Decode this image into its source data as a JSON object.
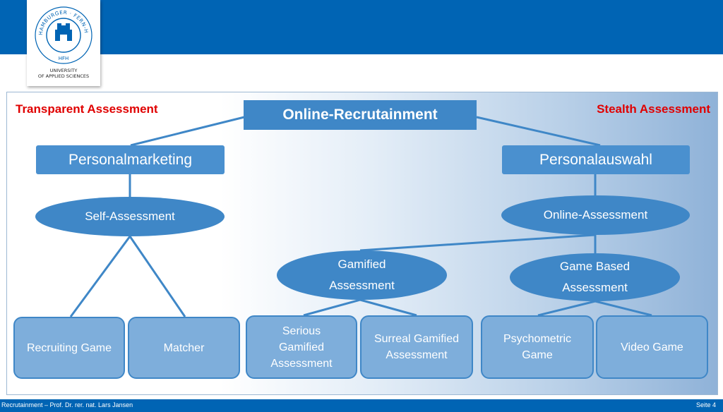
{
  "logo": {
    "seal_text": "HAMBURGER · FERN-HOCHSCHULE ·",
    "seal_bottom": "HFH",
    "caption_line1": "UNIVERSITY",
    "caption_line2": "OF APPLIED SCIENCES",
    "color": "#0064b4"
  },
  "colors": {
    "header_band": "#0064b4",
    "node_fill": "#3f87c7",
    "leaf_fill": "#7eaedb",
    "label_red": "#e00000"
  },
  "diagram": {
    "left_label": "Transparent Assessment",
    "right_label": "Stealth Assessment",
    "root": "Online-Recrutainment",
    "left_branch": {
      "title": "Personalmarketing",
      "method": "Self-Assessment",
      "leaves": [
        "Recruiting Game",
        "Matcher"
      ]
    },
    "right_branch": {
      "title": "Personalauswahl",
      "method": "Online-Assessment",
      "gamified": {
        "line1": "Gamified",
        "line2": "Assessment",
        "leaves": [
          {
            "line1": "Serious",
            "line2": "Gamified",
            "line3": "Assessment"
          },
          {
            "line1": "Surreal Gamified",
            "line2": "Assessment"
          }
        ]
      },
      "game_based": {
        "line1": "Game Based",
        "line2": "Assessment",
        "leaves": [
          {
            "line1": "Psychometric",
            "line2": "Game"
          },
          {
            "line1": "Video Game"
          }
        ]
      }
    }
  },
  "footer": {
    "left": "Recrutainment – Prof. Dr. rer. nat.  Lars Jansen",
    "right": "Seite 4"
  }
}
